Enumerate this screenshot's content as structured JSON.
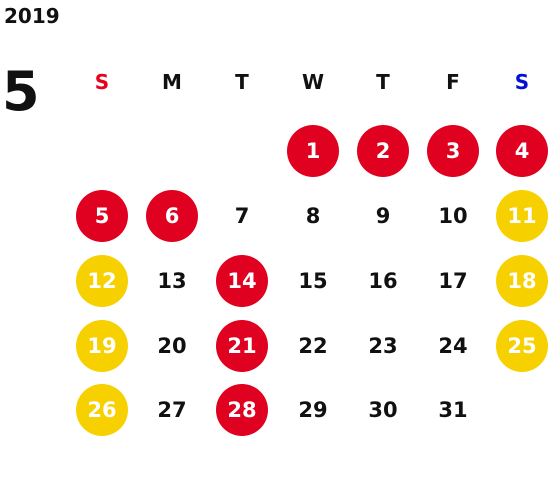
{
  "calendar": {
    "year": "2019",
    "month": "5",
    "weekdays": [
      {
        "label": "S",
        "color": "#e8001c"
      },
      {
        "label": "M",
        "color": "#111111"
      },
      {
        "label": "T",
        "color": "#111111"
      },
      {
        "label": "W",
        "color": "#111111"
      },
      {
        "label": "T",
        "color": "#111111"
      },
      {
        "label": "F",
        "color": "#111111"
      },
      {
        "label": "S",
        "color": "#0010d8"
      }
    ],
    "colors": {
      "holiday": "#e0001f",
      "weekend": "#f7d000",
      "plain_text": "#111111",
      "badge_text": "#ffffff"
    },
    "weeks": [
      [
        null,
        null,
        null,
        {
          "day": "1",
          "type": "holiday"
        },
        {
          "day": "2",
          "type": "holiday"
        },
        {
          "day": "3",
          "type": "holiday"
        },
        {
          "day": "4",
          "type": "holiday"
        }
      ],
      [
        {
          "day": "5",
          "type": "holiday"
        },
        {
          "day": "6",
          "type": "holiday"
        },
        {
          "day": "7",
          "type": "plain"
        },
        {
          "day": "8",
          "type": "plain"
        },
        {
          "day": "9",
          "type": "plain"
        },
        {
          "day": "10",
          "type": "plain"
        },
        {
          "day": "11",
          "type": "weekend"
        }
      ],
      [
        {
          "day": "12",
          "type": "weekend"
        },
        {
          "day": "13",
          "type": "plain"
        },
        {
          "day": "14",
          "type": "holiday"
        },
        {
          "day": "15",
          "type": "plain"
        },
        {
          "day": "16",
          "type": "plain"
        },
        {
          "day": "17",
          "type": "plain"
        },
        {
          "day": "18",
          "type": "weekend"
        }
      ],
      [
        {
          "day": "19",
          "type": "weekend"
        },
        {
          "day": "20",
          "type": "plain"
        },
        {
          "day": "21",
          "type": "holiday"
        },
        {
          "day": "22",
          "type": "plain"
        },
        {
          "day": "23",
          "type": "plain"
        },
        {
          "day": "24",
          "type": "plain"
        },
        {
          "day": "25",
          "type": "weekend"
        }
      ],
      [
        {
          "day": "26",
          "type": "weekend"
        },
        {
          "day": "27",
          "type": "plain"
        },
        {
          "day": "28",
          "type": "holiday"
        },
        {
          "day": "29",
          "type": "plain"
        },
        {
          "day": "30",
          "type": "plain"
        },
        {
          "day": "31",
          "type": "plain"
        },
        null
      ]
    ]
  }
}
